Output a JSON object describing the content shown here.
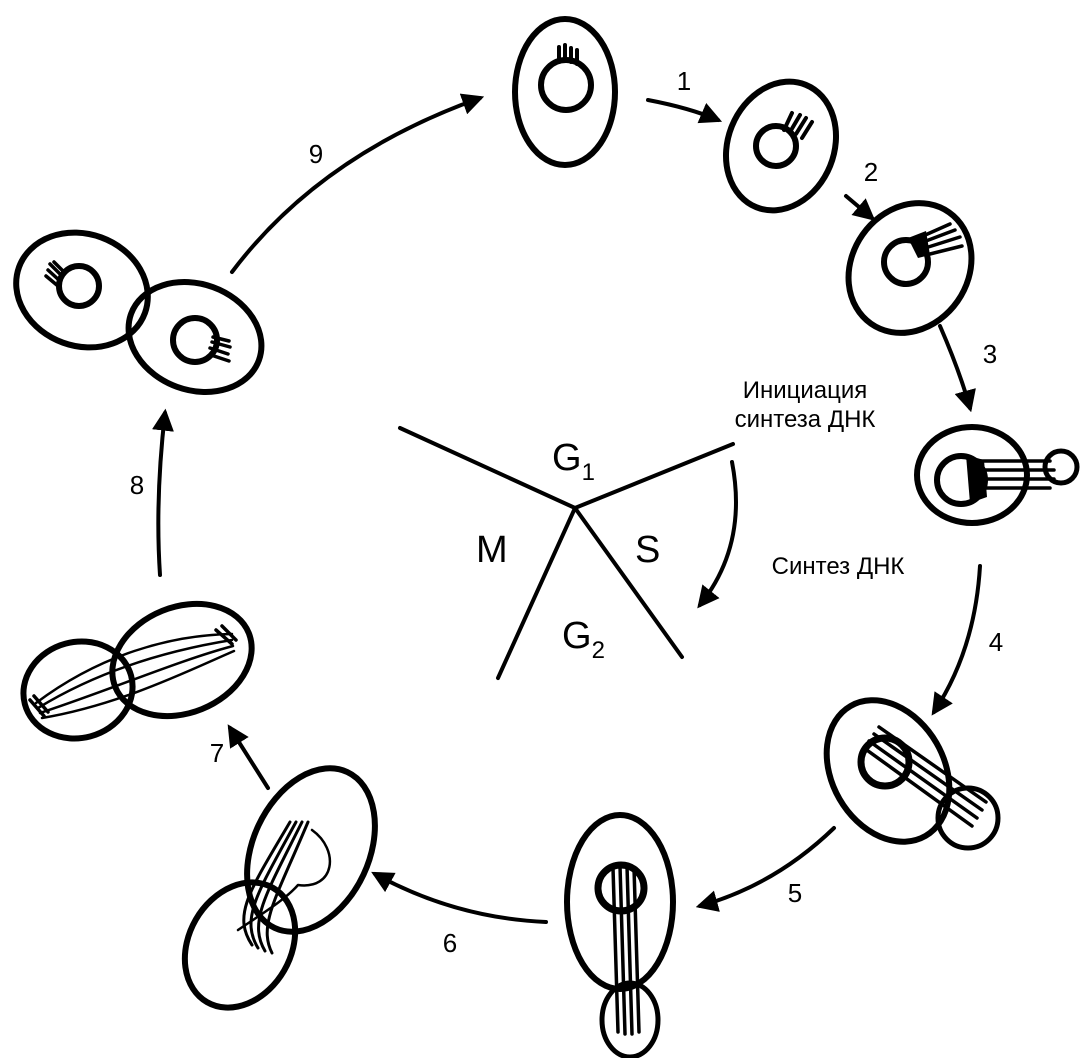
{
  "steps": [
    "1",
    "2",
    "3",
    "4",
    "5",
    "6",
    "7",
    "8",
    "9"
  ],
  "phases": {
    "g1_letter": "G",
    "g1_sub": "1",
    "g2_letter": "G",
    "g2_sub": "2",
    "s": "S",
    "m": "M"
  },
  "annotations": {
    "initiation_line1": "Инициация",
    "initiation_line2": "синтеза ДНК",
    "synthesis": "Синтез ДНК"
  }
}
